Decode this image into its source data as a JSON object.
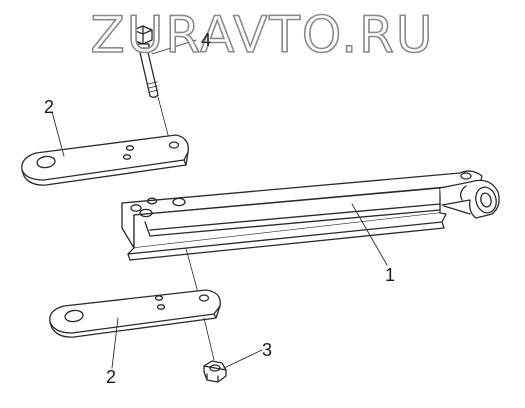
{
  "watermark": "ZURAVTO.RU",
  "callouts": {
    "part_1": "1",
    "part_2_upper": "2",
    "part_2_lower": "2",
    "part_3": "3",
    "part_4": "4"
  }
}
